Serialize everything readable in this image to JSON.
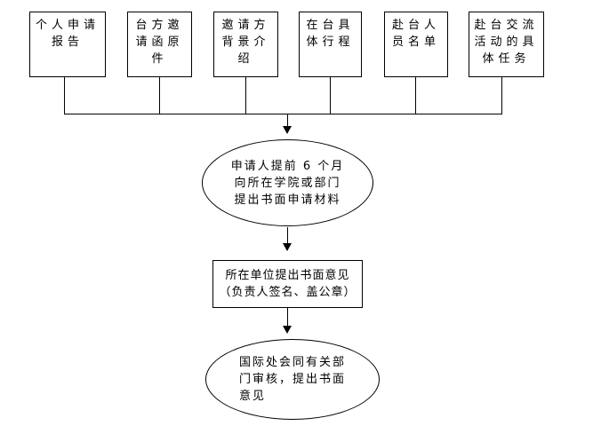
{
  "diagram": {
    "background": "#ffffff",
    "line_color": "#000000",
    "text_color": "#000000",
    "material_boxes": [
      {
        "text": "个人申请报告",
        "lines": [
          "个人申请",
          "报告"
        ]
      },
      {
        "text": "台方邀请函原件",
        "lines": [
          "台方邀",
          "请函原",
          "件"
        ]
      },
      {
        "text": "邀请方背景介绍",
        "lines": [
          "邀请方",
          "背景介",
          "绍"
        ]
      },
      {
        "text": "在台具体行程",
        "lines": [
          "在台具",
          "体行程"
        ]
      },
      {
        "text": "赴台人员名单",
        "lines": [
          "赴台人",
          "员名单"
        ]
      },
      {
        "text": "赴台交流活动的具体任务",
        "lines": [
          "赴台交流",
          "活动的具",
          "体任务"
        ]
      }
    ],
    "steps": [
      {
        "shape": "ellipse",
        "text": "申请人提前 6 个月向所在学院或部门提出书面申请材料",
        "lines": [
          "申请人提前 6 个月",
          "向所在学院或部门",
          "提出书面申请材料"
        ]
      },
      {
        "shape": "rectangle",
        "text": "所在单位提出书面意见（负责人签名、盖公章）",
        "lines": [
          "所在单位提出书面意见",
          "（负责人签名、盖公章）"
        ]
      },
      {
        "shape": "ellipse",
        "text": "国际处会同有关部门审核，提出书面意见",
        "lines": [
          "国际处会同有关部",
          "门审核，提出书面",
          "意见"
        ]
      }
    ]
  }
}
